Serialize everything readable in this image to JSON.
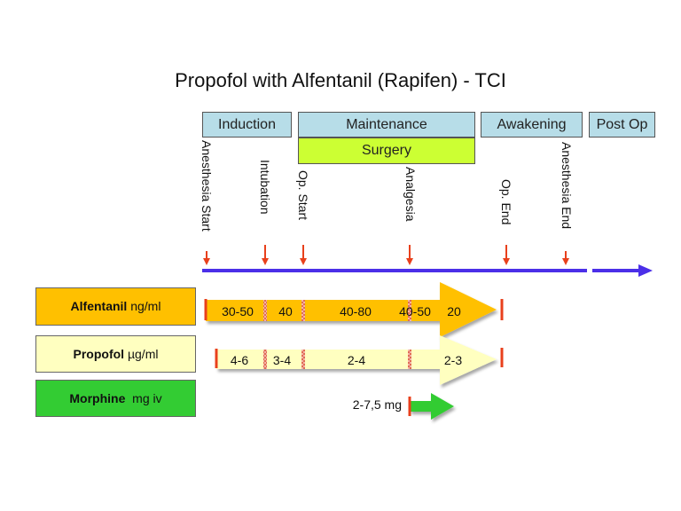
{
  "title": "Propofol with Alfentanil (Rapifen) - TCI",
  "phases": {
    "induction": "Induction",
    "maintenance": "Maintenance",
    "surgery": "Surgery",
    "awakening": "Awakening",
    "postop": "Post Op"
  },
  "events": {
    "anesthesia_start": "Anesthesia Start",
    "intubation": "Intubation",
    "op_start": "Op. Start",
    "analgesia": "Analgesia",
    "op_end": "Op. End",
    "anesthesia_end": "Anesthesia End"
  },
  "drugs": {
    "alfentanil": {
      "name": "Alfentanil",
      "unit": "ng/ml",
      "doses": [
        "30-50",
        "40",
        "40-80",
        "40-50",
        "20"
      ]
    },
    "propofol": {
      "name": "Propofol",
      "unit": "µg/ml",
      "doses": [
        "4-6",
        "3-4",
        "2-4",
        "2-3"
      ]
    },
    "morphine": {
      "name": "Morphine",
      "unit": "mg iv",
      "dose": "2-7,5 mg"
    }
  },
  "colors": {
    "phase_box": "#b7dde8",
    "surgery_box": "#ccff33",
    "alfentanil": "#ffc000",
    "propofol": "#ffffc0",
    "morphine": "#33cc33",
    "timeline": "#4b2fe8",
    "event_arrow": "#e8401c"
  }
}
